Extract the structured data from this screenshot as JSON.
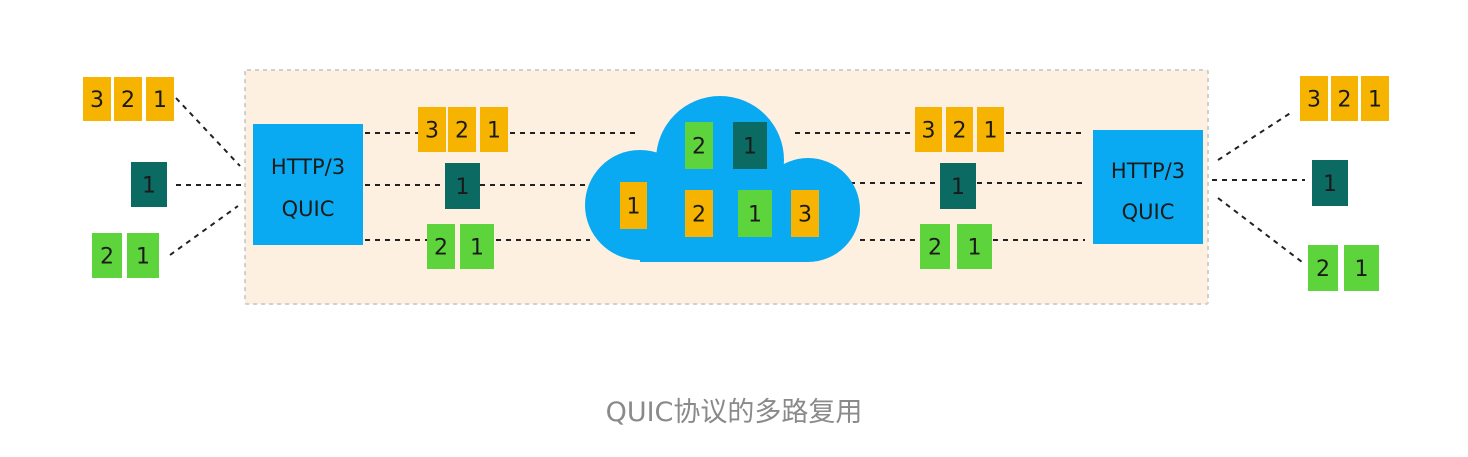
{
  "endpoints": {
    "left": {
      "line1": "HTTP/3",
      "line2": "QUIC"
    },
    "right": {
      "line1": "HTTP/3",
      "line2": "QUIC"
    }
  },
  "colors": {
    "yellow": "#f6b400",
    "teal": "#0b6b62",
    "green": "#5ed43c",
    "blue": "#0aaaf2",
    "panel": "#fdf0e1",
    "panel_border": "#cfcfcf",
    "line": "#222222",
    "caption": "#8a8a8a"
  },
  "streams": {
    "stream_a": [
      "3",
      "2",
      "1"
    ],
    "stream_b": [
      "1"
    ],
    "stream_c": [
      "2",
      "1"
    ]
  },
  "cloud_packets": [
    "2",
    "1",
    "1",
    "2",
    "1",
    "3"
  ],
  "caption": "QUIC协议的多路复用"
}
